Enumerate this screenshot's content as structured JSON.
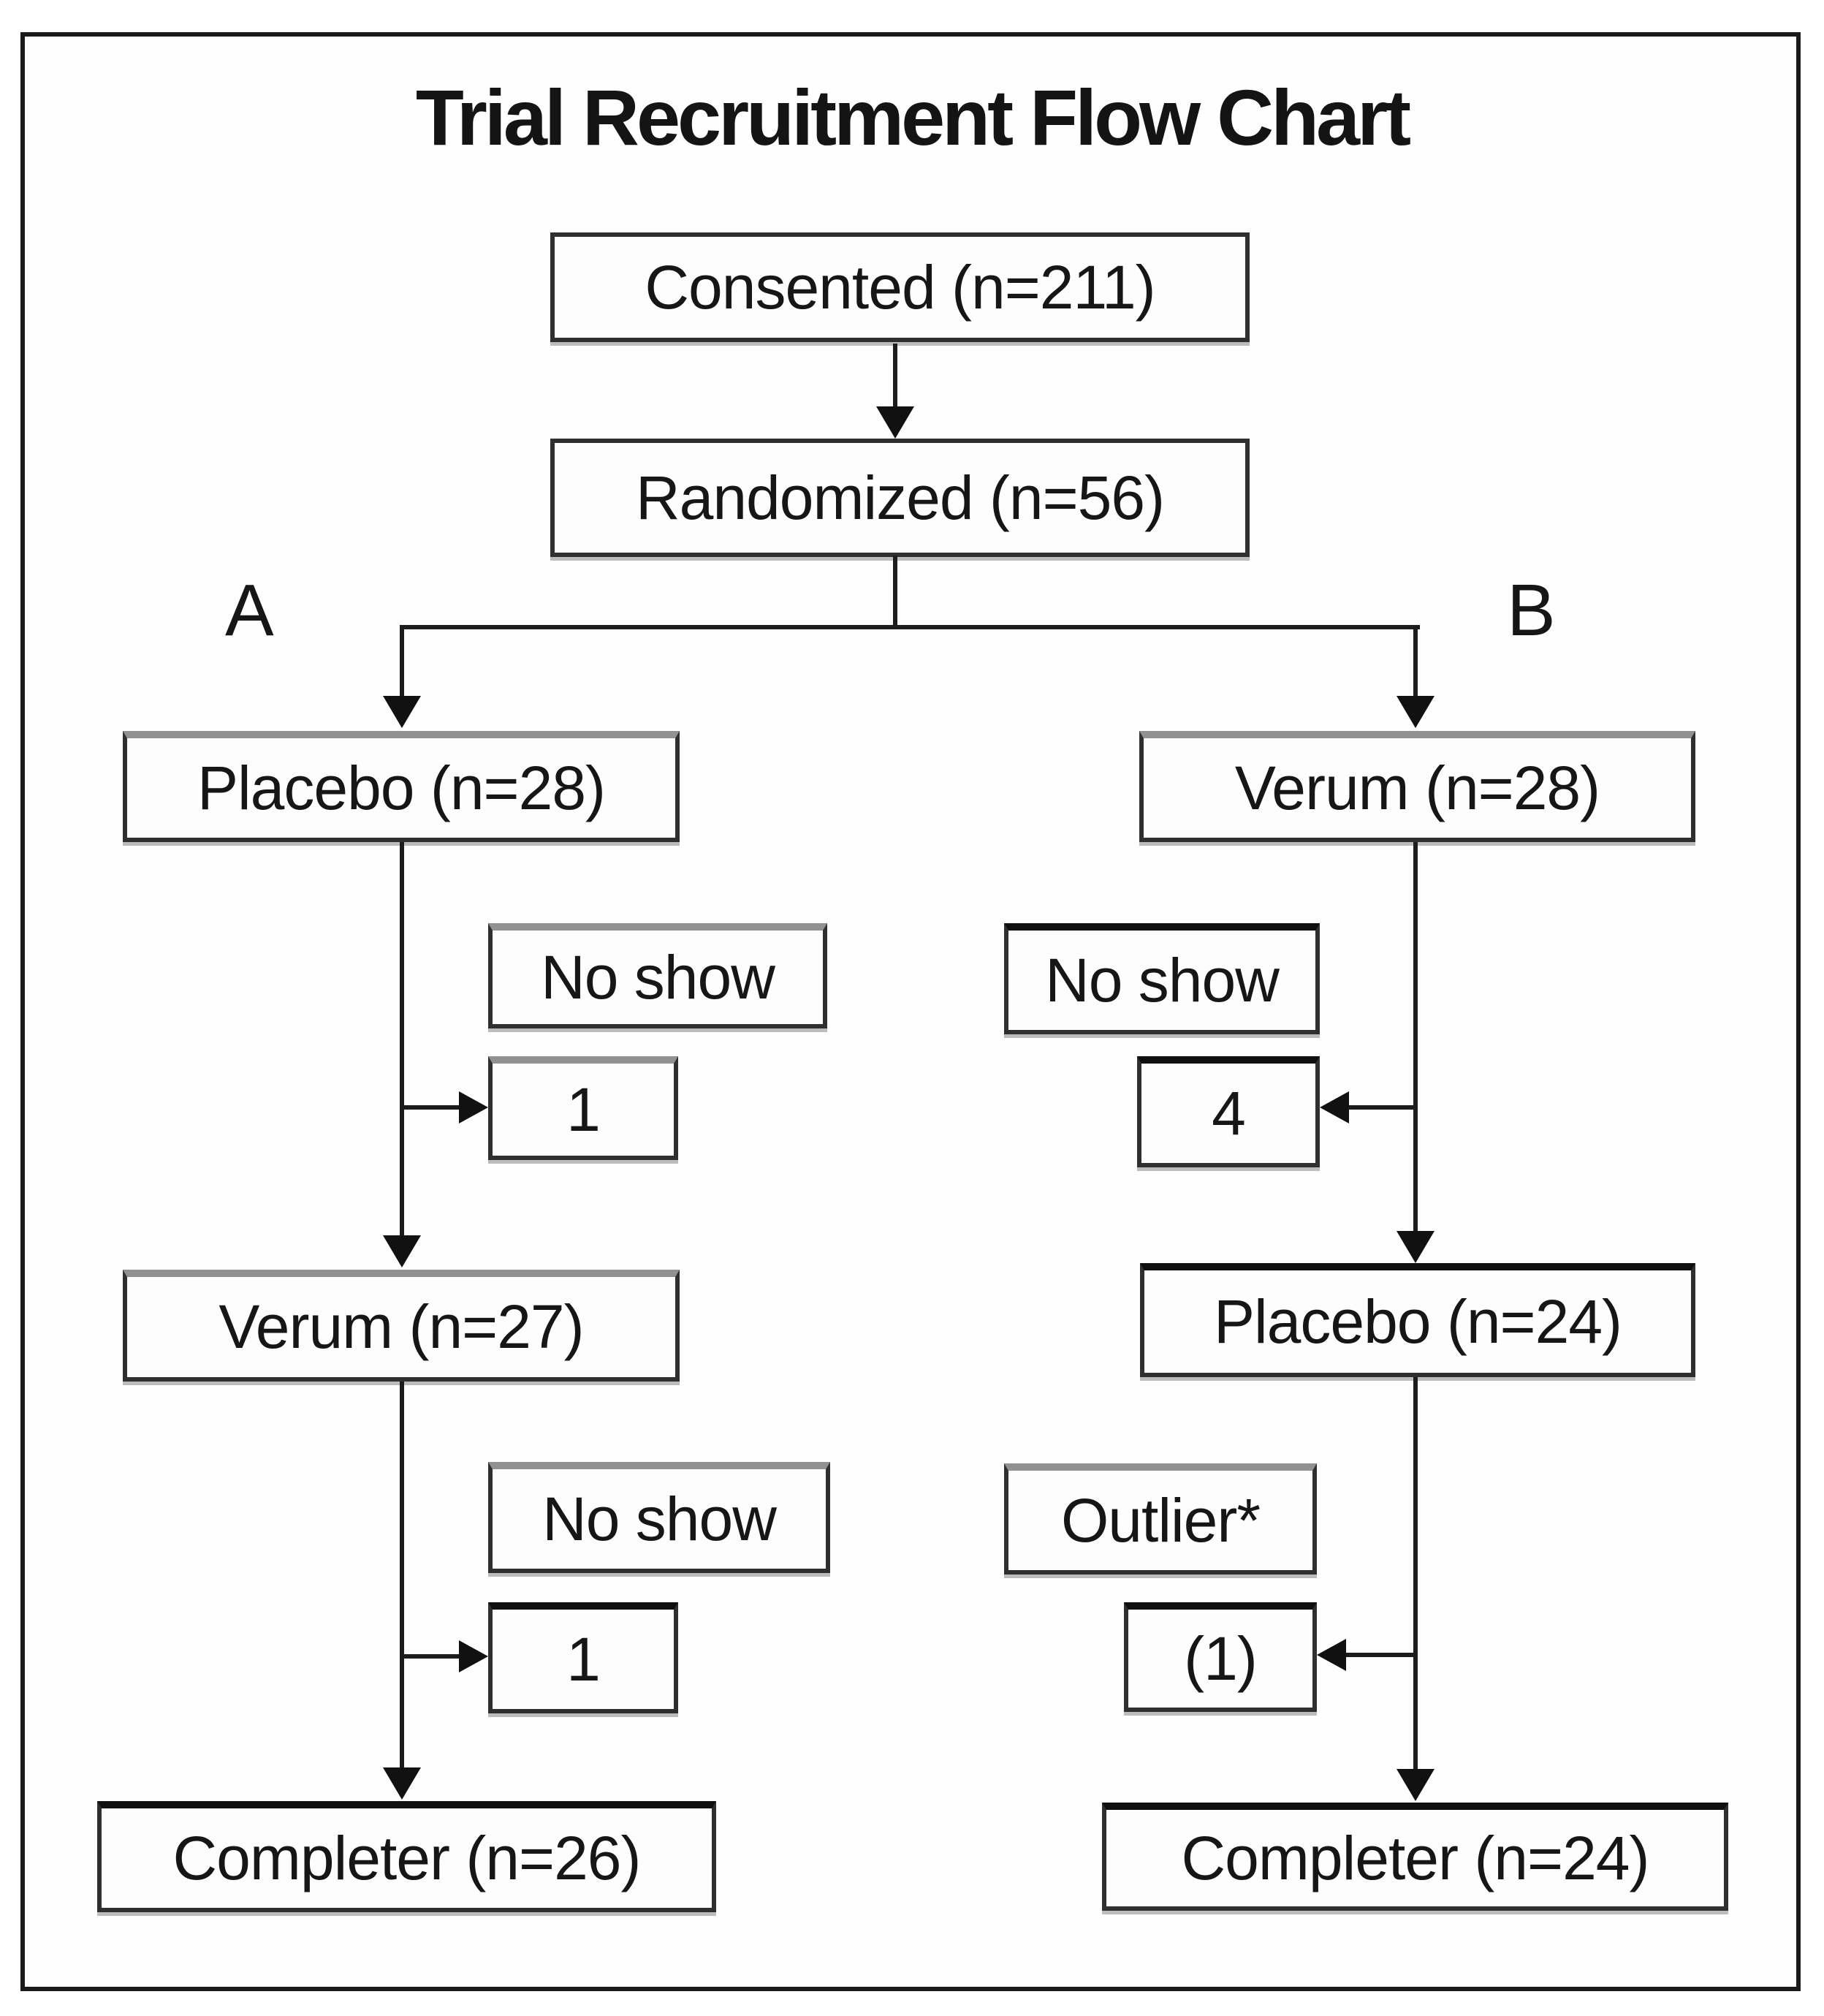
{
  "figure": {
    "title": "Trial Recruitment Flow Chart",
    "arm_a_label": "A",
    "arm_b_label": "B"
  },
  "nodes": {
    "consented": {
      "label": "Consented (n=211)"
    },
    "randomized": {
      "label": "Randomized (n=56)"
    },
    "arm_a": {
      "allocated": {
        "label": "Placebo (n=28)"
      },
      "noshow1": {
        "title": "No show",
        "count": "1"
      },
      "switched": {
        "label": "Verum (n=27)"
      },
      "noshow2": {
        "title": "No show",
        "count": "1"
      },
      "completer": {
        "label": "Completer (n=26)"
      }
    },
    "arm_b": {
      "allocated": {
        "label": "Verum (n=28)"
      },
      "noshow1": {
        "title": "No show",
        "count": "4"
      },
      "switched": {
        "label": "Placebo (n=24)"
      },
      "outlier": {
        "title": "Outlier*",
        "count": "(1)"
      },
      "completer": {
        "label": "Completer (n=24)"
      }
    }
  },
  "edges": [
    {
      "from": "Consented (n=211)",
      "to": "Randomized (n=56)"
    },
    {
      "from": "Randomized (n=56)",
      "to": "Placebo (n=28)",
      "arm": "A"
    },
    {
      "from": "Randomized (n=56)",
      "to": "Verum (n=28)",
      "arm": "B"
    },
    {
      "from": "Placebo (n=28)",
      "to": "No show: 1"
    },
    {
      "from": "Placebo (n=28)",
      "to": "Verum (n=27)"
    },
    {
      "from": "Verum (n=27)",
      "to": "No show: 1"
    },
    {
      "from": "Verum (n=27)",
      "to": "Completer (n=26)"
    },
    {
      "from": "Verum (n=28)",
      "to": "No show: 4"
    },
    {
      "from": "Verum (n=28)",
      "to": "Placebo (n=24)"
    },
    {
      "from": "Placebo (n=24)",
      "to": "Outlier*: (1)"
    },
    {
      "from": "Placebo (n=24)",
      "to": "Completer (n=24)"
    }
  ],
  "colors": {
    "line": "#1c1c1c",
    "box_border": "#2f2f2f",
    "box_border_light": "#919191",
    "box_fill": "#fdfdfd",
    "text": "#161616",
    "background": "#ffffff"
  }
}
